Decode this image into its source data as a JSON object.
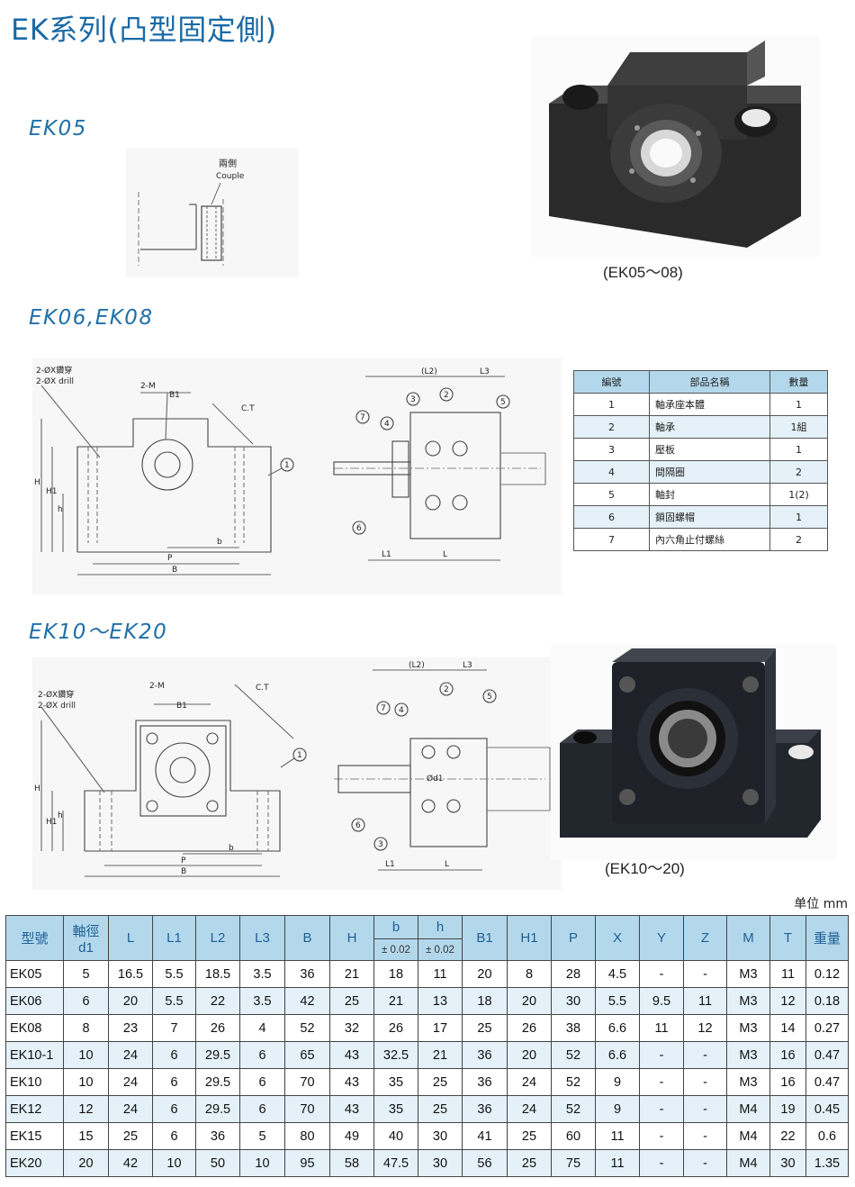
{
  "page_title": "EK系列(凸型固定側)",
  "sections": {
    "ek05": "EK05",
    "ek06_08": "EK06,EK08",
    "ek10_20": "EK10～EK20"
  },
  "drawing_labels": {
    "both_sides": "兩側",
    "couple": "Couple",
    "drill_1": "2-ØX鑽穿",
    "drill_2": "2-ØX drill",
    "two_m": "2-M",
    "b1": "B1",
    "ct": "C.T",
    "h_big": "H",
    "h1": "H1",
    "h_small": "h",
    "b_small": "b",
    "p": "P",
    "b_big": "B",
    "l2": "(L2)",
    "l3": "L3",
    "l1": "L1",
    "l": "L",
    "d1": "Ød1",
    "n1": "1",
    "n2": "2",
    "n3": "3",
    "n4": "4",
    "n5": "5",
    "n6": "6",
    "n7": "7"
  },
  "captions": {
    "photo1": "(EK05～08)",
    "photo2": "(EK10～20)"
  },
  "parts_table": {
    "headers": [
      "編號",
      "部品名稱",
      "數量"
    ],
    "rows": [
      [
        "1",
        "軸承座本體",
        "1"
      ],
      [
        "2",
        "軸承",
        "1組"
      ],
      [
        "3",
        "壓板",
        "1"
      ],
      [
        "4",
        "間隔圈",
        "2"
      ],
      [
        "5",
        "軸封",
        "1(2)"
      ],
      [
        "6",
        "鎖固螺帽",
        "1"
      ],
      [
        "7",
        "內六角止付螺絲",
        "2"
      ]
    ]
  },
  "unit_label": "单位 mm",
  "spec_table": {
    "headers": {
      "model": "型號",
      "d1_a": "軸徑",
      "d1_b": "d1",
      "L": "L",
      "L1": "L1",
      "L2": "L2",
      "L3": "L3",
      "B": "B",
      "H": "H",
      "b": "b",
      "b_tol": "± 0.02",
      "h": "h",
      "h_tol": "± 0.02",
      "B1": "B1",
      "H1": "H1",
      "P": "P",
      "X": "X",
      "Y": "Y",
      "Z": "Z",
      "M": "M",
      "T": "T",
      "weight": "重量"
    },
    "rows": [
      [
        "EK05",
        "5",
        "16.5",
        "5.5",
        "18.5",
        "3.5",
        "36",
        "21",
        "18",
        "11",
        "20",
        "8",
        "28",
        "4.5",
        "-",
        "-",
        "M3",
        "11",
        "0.12"
      ],
      [
        "EK06",
        "6",
        "20",
        "5.5",
        "22",
        "3.5",
        "42",
        "25",
        "21",
        "13",
        "18",
        "20",
        "30",
        "5.5",
        "9.5",
        "11",
        "M3",
        "12",
        "0.18"
      ],
      [
        "EK08",
        "8",
        "23",
        "7",
        "26",
        "4",
        "52",
        "32",
        "26",
        "17",
        "25",
        "26",
        "38",
        "6.6",
        "11",
        "12",
        "M3",
        "14",
        "0.27"
      ],
      [
        "EK10-1",
        "10",
        "24",
        "6",
        "29.5",
        "6",
        "65",
        "43",
        "32.5",
        "21",
        "36",
        "20",
        "52",
        "6.6",
        "-",
        "-",
        "M3",
        "16",
        "0.47"
      ],
      [
        "EK10",
        "10",
        "24",
        "6",
        "29.5",
        "6",
        "70",
        "43",
        "35",
        "25",
        "36",
        "24",
        "52",
        "9",
        "-",
        "-",
        "M3",
        "16",
        "0.47"
      ],
      [
        "EK12",
        "12",
        "24",
        "6",
        "29.5",
        "6",
        "70",
        "43",
        "35",
        "25",
        "36",
        "24",
        "52",
        "9",
        "-",
        "-",
        "M4",
        "19",
        "0.45"
      ],
      [
        "EK15",
        "15",
        "25",
        "6",
        "36",
        "5",
        "80",
        "49",
        "40",
        "30",
        "41",
        "25",
        "60",
        "11",
        "-",
        "-",
        "M4",
        "22",
        "0.6"
      ],
      [
        "EK20",
        "20",
        "42",
        "10",
        "50",
        "10",
        "95",
        "58",
        "47.5",
        "30",
        "56",
        "25",
        "75",
        "11",
        "-",
        "-",
        "M4",
        "30",
        "1.35"
      ]
    ]
  }
}
